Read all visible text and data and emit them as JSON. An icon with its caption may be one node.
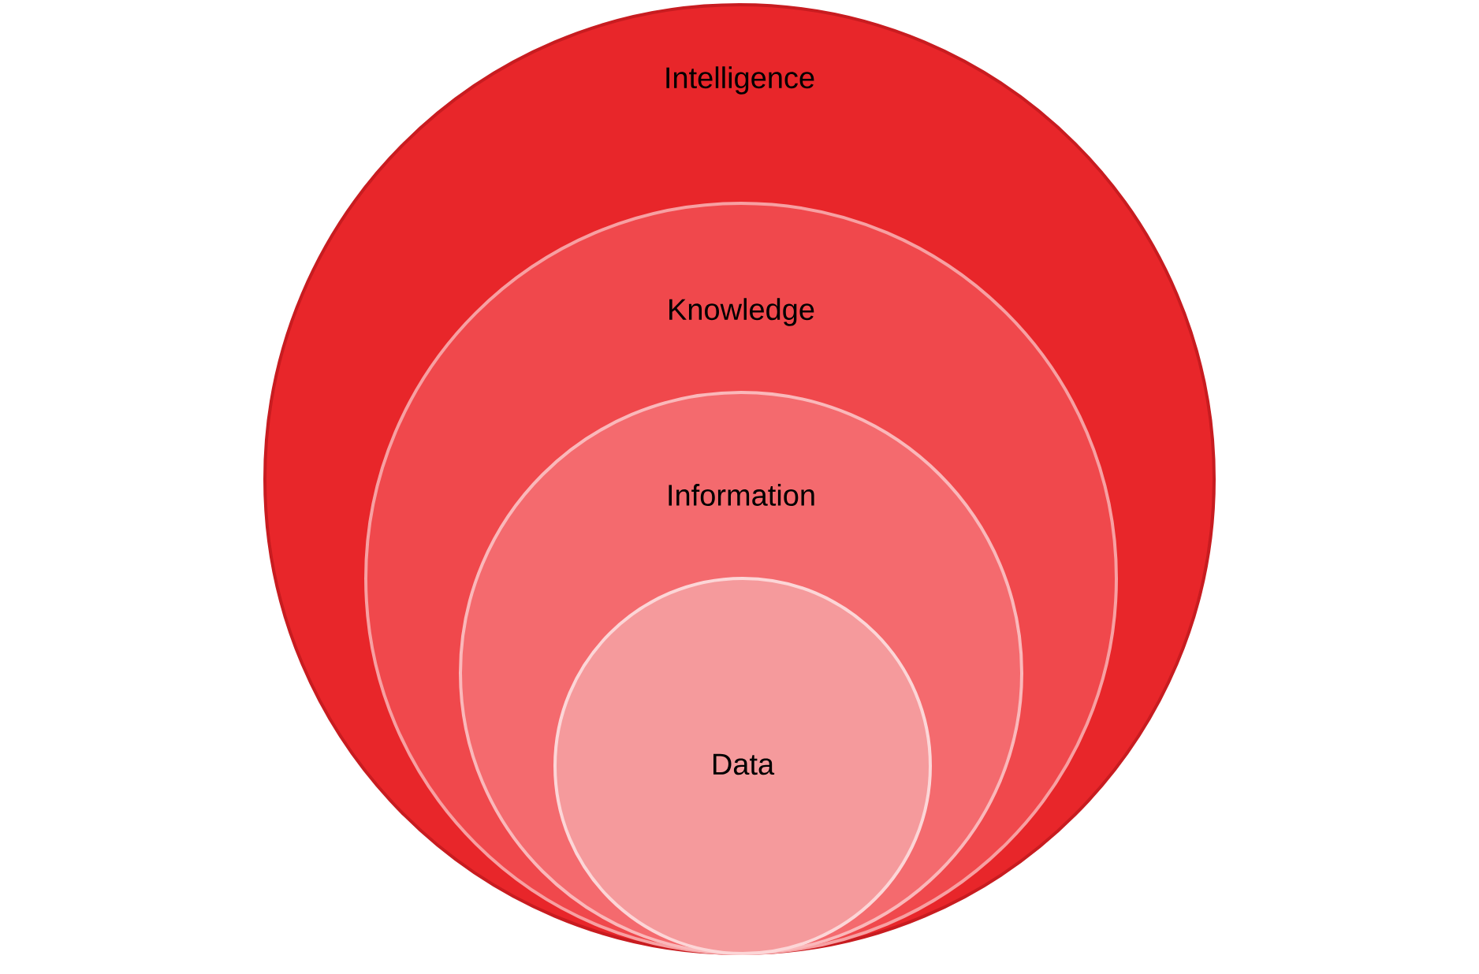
{
  "diagram": {
    "nodes": [
      {
        "text": [
          "Intelligence"
        ]
      },
      {
        "text": [
          "Knowledge"
        ],
        "in": 0
      },
      {
        "text": [
          "Information"
        ],
        "in": 1
      },
      {
        "text": [
          "Data"
        ],
        "in": 2
      }
    ]
  }
}
